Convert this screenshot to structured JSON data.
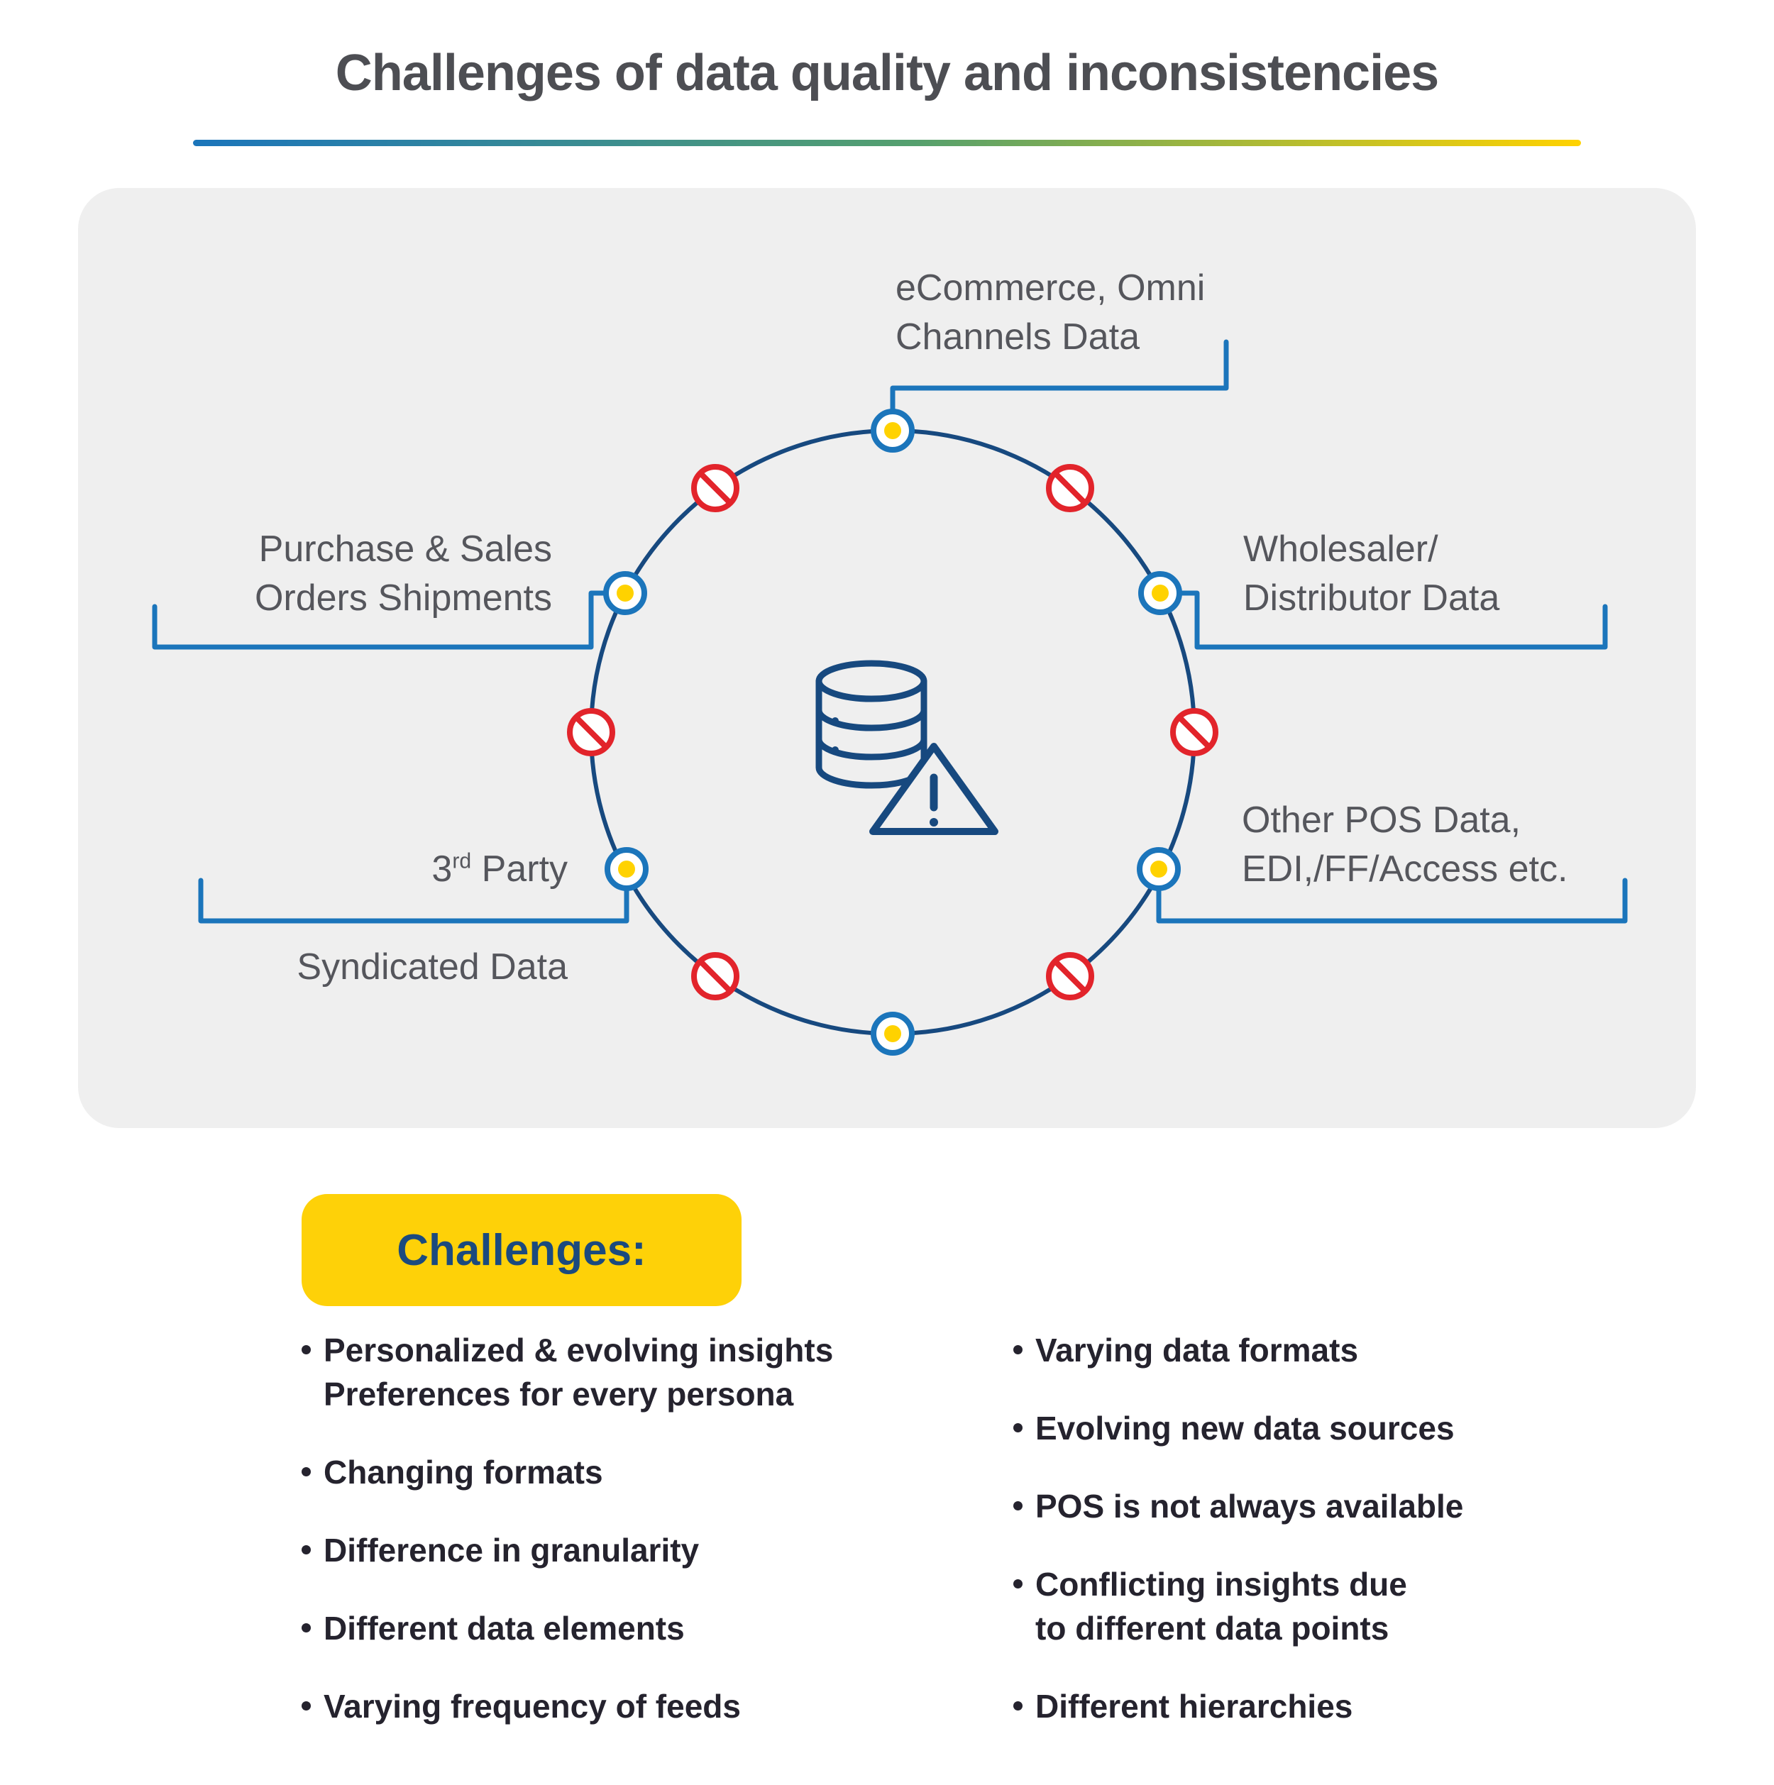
{
  "title": "Challenges of data quality and inconsistencies",
  "colors": {
    "accent_blue": "#1b75bb",
    "navy": "#17497f",
    "yellow": "#ffd200",
    "red": "#e2242b",
    "panel_gray": "#efefef",
    "title_gray": "#4d4e53",
    "label_gray": "#55565c",
    "text_dark": "#25232e",
    "badge_bg": "#fed108",
    "badge_text": "#1b4a7e"
  },
  "diagram": {
    "labels": {
      "ecommerce": "eCommerce, Omni\nChannels Data",
      "purchase": "Purchase & Sales\nOrders Shipments",
      "wholesaler": "Wholesaler/\nDistributor Data",
      "third_party": {
        "num": "3",
        "ordinal": "rd",
        "rest": " Party",
        "line2": "Syndicated Data"
      },
      "other_pos": "Other POS Data,\nEDI,/FF/Access etc."
    },
    "icons": {
      "center": "database-warning-icon",
      "node": "data-source-node",
      "blocked": "no-entry-icon"
    }
  },
  "challenges": {
    "heading": "Challenges:",
    "left": [
      "Personalized & evolving insights\nPreferences for every persona",
      "Changing formats",
      "Difference in granularity",
      "Different data elements",
      "Varying frequency of feeds"
    ],
    "right": [
      "Varying data formats",
      "Evolving new data sources",
      "POS is not always available",
      "Conflicting insights due\nto different data points",
      "Different hierarchies"
    ]
  }
}
